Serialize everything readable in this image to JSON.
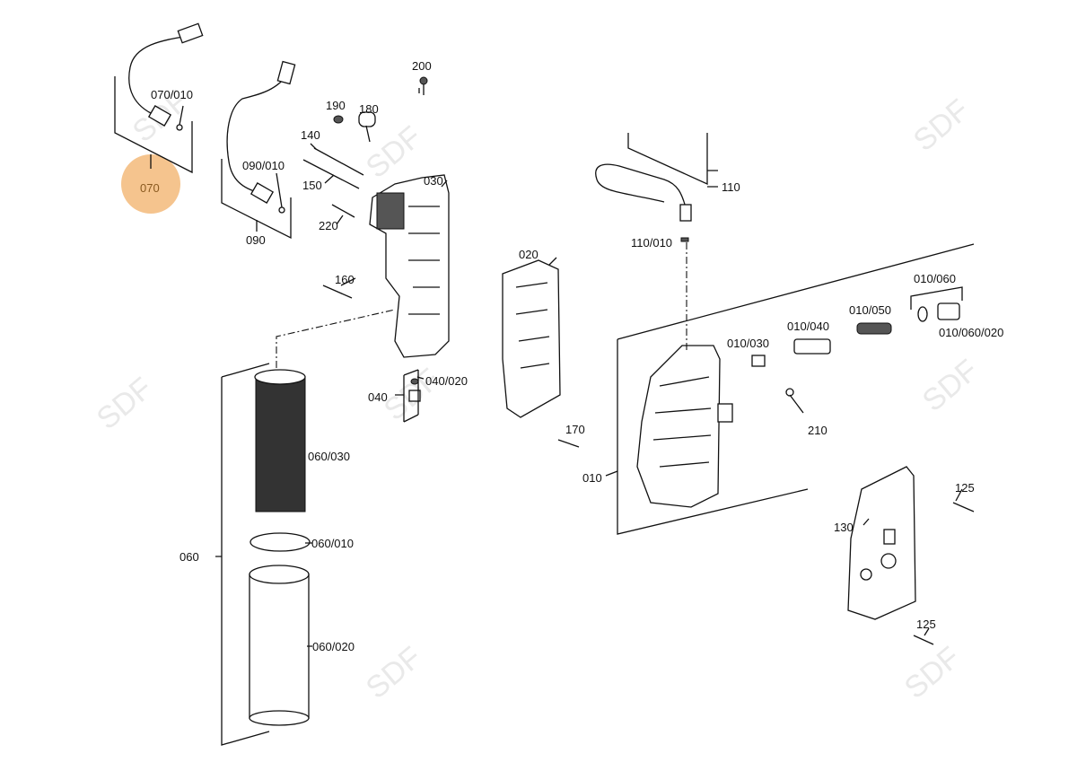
{
  "watermark": "SDF",
  "highlight_color": "#f5c48e",
  "highlighted_part": "070",
  "labels": {
    "p070_010": "070/010",
    "p070": "070",
    "p090_010": "090/010",
    "p090": "090",
    "p200": "200",
    "p190": "190",
    "p180": "180",
    "p140": "140",
    "p150": "150",
    "p220": "220",
    "p030": "030",
    "p160": "160",
    "p040_020": "040/020",
    "p040": "040",
    "p020": "020",
    "p170": "170",
    "p110": "110",
    "p110_010": "110/010",
    "p010_060": "010/060",
    "p010_050": "010/050",
    "p010_040": "010/040",
    "p010_030": "010/030",
    "p010_060_020": "010/060/020",
    "p210": "210",
    "p010": "010",
    "p125a": "125",
    "p130": "130",
    "p125b": "125",
    "p060_030": "060/030",
    "p060_010": "060/010",
    "p060": "060",
    "p060_020": "060/020"
  }
}
